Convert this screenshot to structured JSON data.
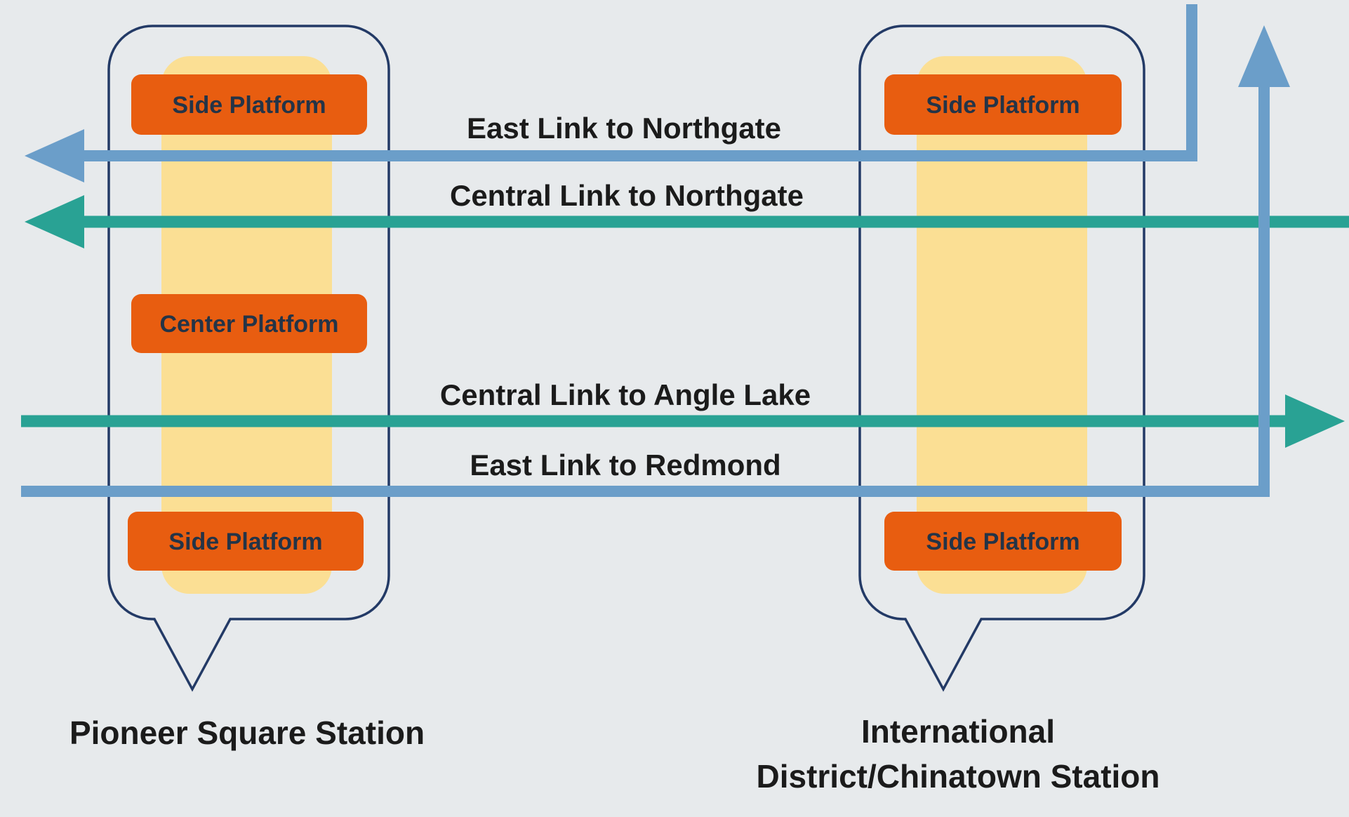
{
  "title": "Link light rail platform diagram",
  "colors": {
    "background": "#e7eaec",
    "station_outline": "#233a66",
    "platform_area": "#fbdf94",
    "platform_label_bg": "#e85d10",
    "platform_label_text": "#243447",
    "east_link": "#6b9ec9",
    "central_link": "#29a294",
    "label_text": "#1b1b1b"
  },
  "route_labels": {
    "east_link_northgate": "East Link to Northgate",
    "central_link_northgate": "Central Link to Northgate",
    "central_link_angle_lake": "Central Link to Angle Lake",
    "east_link_redmond": "East Link to Redmond"
  },
  "stations": {
    "pioneer_square": {
      "name": "Pioneer Square Station",
      "platform_top": "Side Platform",
      "platform_center": "Center Platform",
      "platform_bottom": "Side Platform"
    },
    "international_district": {
      "name_line1": "International",
      "name_line2": "District/Chinatown Station",
      "platform_top": "Side Platform",
      "platform_bottom": "Side Platform"
    }
  }
}
